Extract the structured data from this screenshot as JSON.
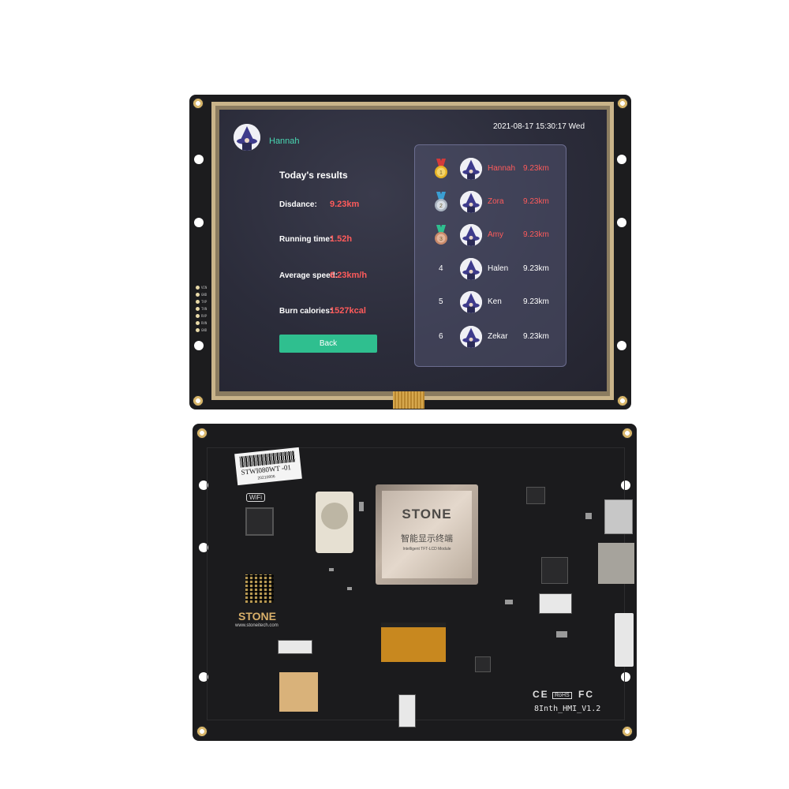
{
  "user": {
    "name": "Hannah"
  },
  "datetime": "2021-08-17 15:30:17 Wed",
  "results": {
    "title": "Today's results",
    "stats": [
      {
        "label": "Disdance:",
        "value": "9.23km"
      },
      {
        "label": "Running time:",
        "value": "1.52h"
      },
      {
        "label": "Average speed:",
        "value": "6.23km/h"
      },
      {
        "label": "Burn calories:",
        "value": "1527kcal"
      }
    ],
    "back_label": "Back"
  },
  "ranking": [
    {
      "rank": "1",
      "name": "Hannah",
      "distance": "9.23km",
      "medal": "gold"
    },
    {
      "rank": "2",
      "name": "Zora",
      "distance": "9.23km",
      "medal": "silver"
    },
    {
      "rank": "3",
      "name": "Amy",
      "distance": "9.23km",
      "medal": "bronze"
    },
    {
      "rank": "4",
      "name": "Halen",
      "distance": "9.23km",
      "medal": ""
    },
    {
      "rank": "5",
      "name": "Ken",
      "distance": "9.23km",
      "medal": ""
    },
    {
      "rank": "6",
      "name": "Zekar",
      "distance": "9.23km",
      "medal": ""
    }
  ],
  "colors": {
    "highlight": "#ff5b5b",
    "accent": "#49d8b3",
    "button": "#2fbf8f",
    "normal_text": "#ffffff"
  },
  "pcb": {
    "sticker_code": "STWI080WT -01",
    "sticker_date": "20210806",
    "wifi_label": "WiFi",
    "chip_brand": "STONE",
    "chip_cn": "智能显示终端",
    "chip_sub": "Intelligent TFT-LCD Module",
    "logo": "STONE",
    "url": "www.stoneitech.com",
    "cert": "CE",
    "rohs": "RoHS",
    "cert2": "FC",
    "version": "8Inth_HMI_V1.2"
  },
  "pins": [
    "VIN",
    "GND",
    "TXP",
    "TXN",
    "RXP",
    "RXN",
    "GND"
  ]
}
